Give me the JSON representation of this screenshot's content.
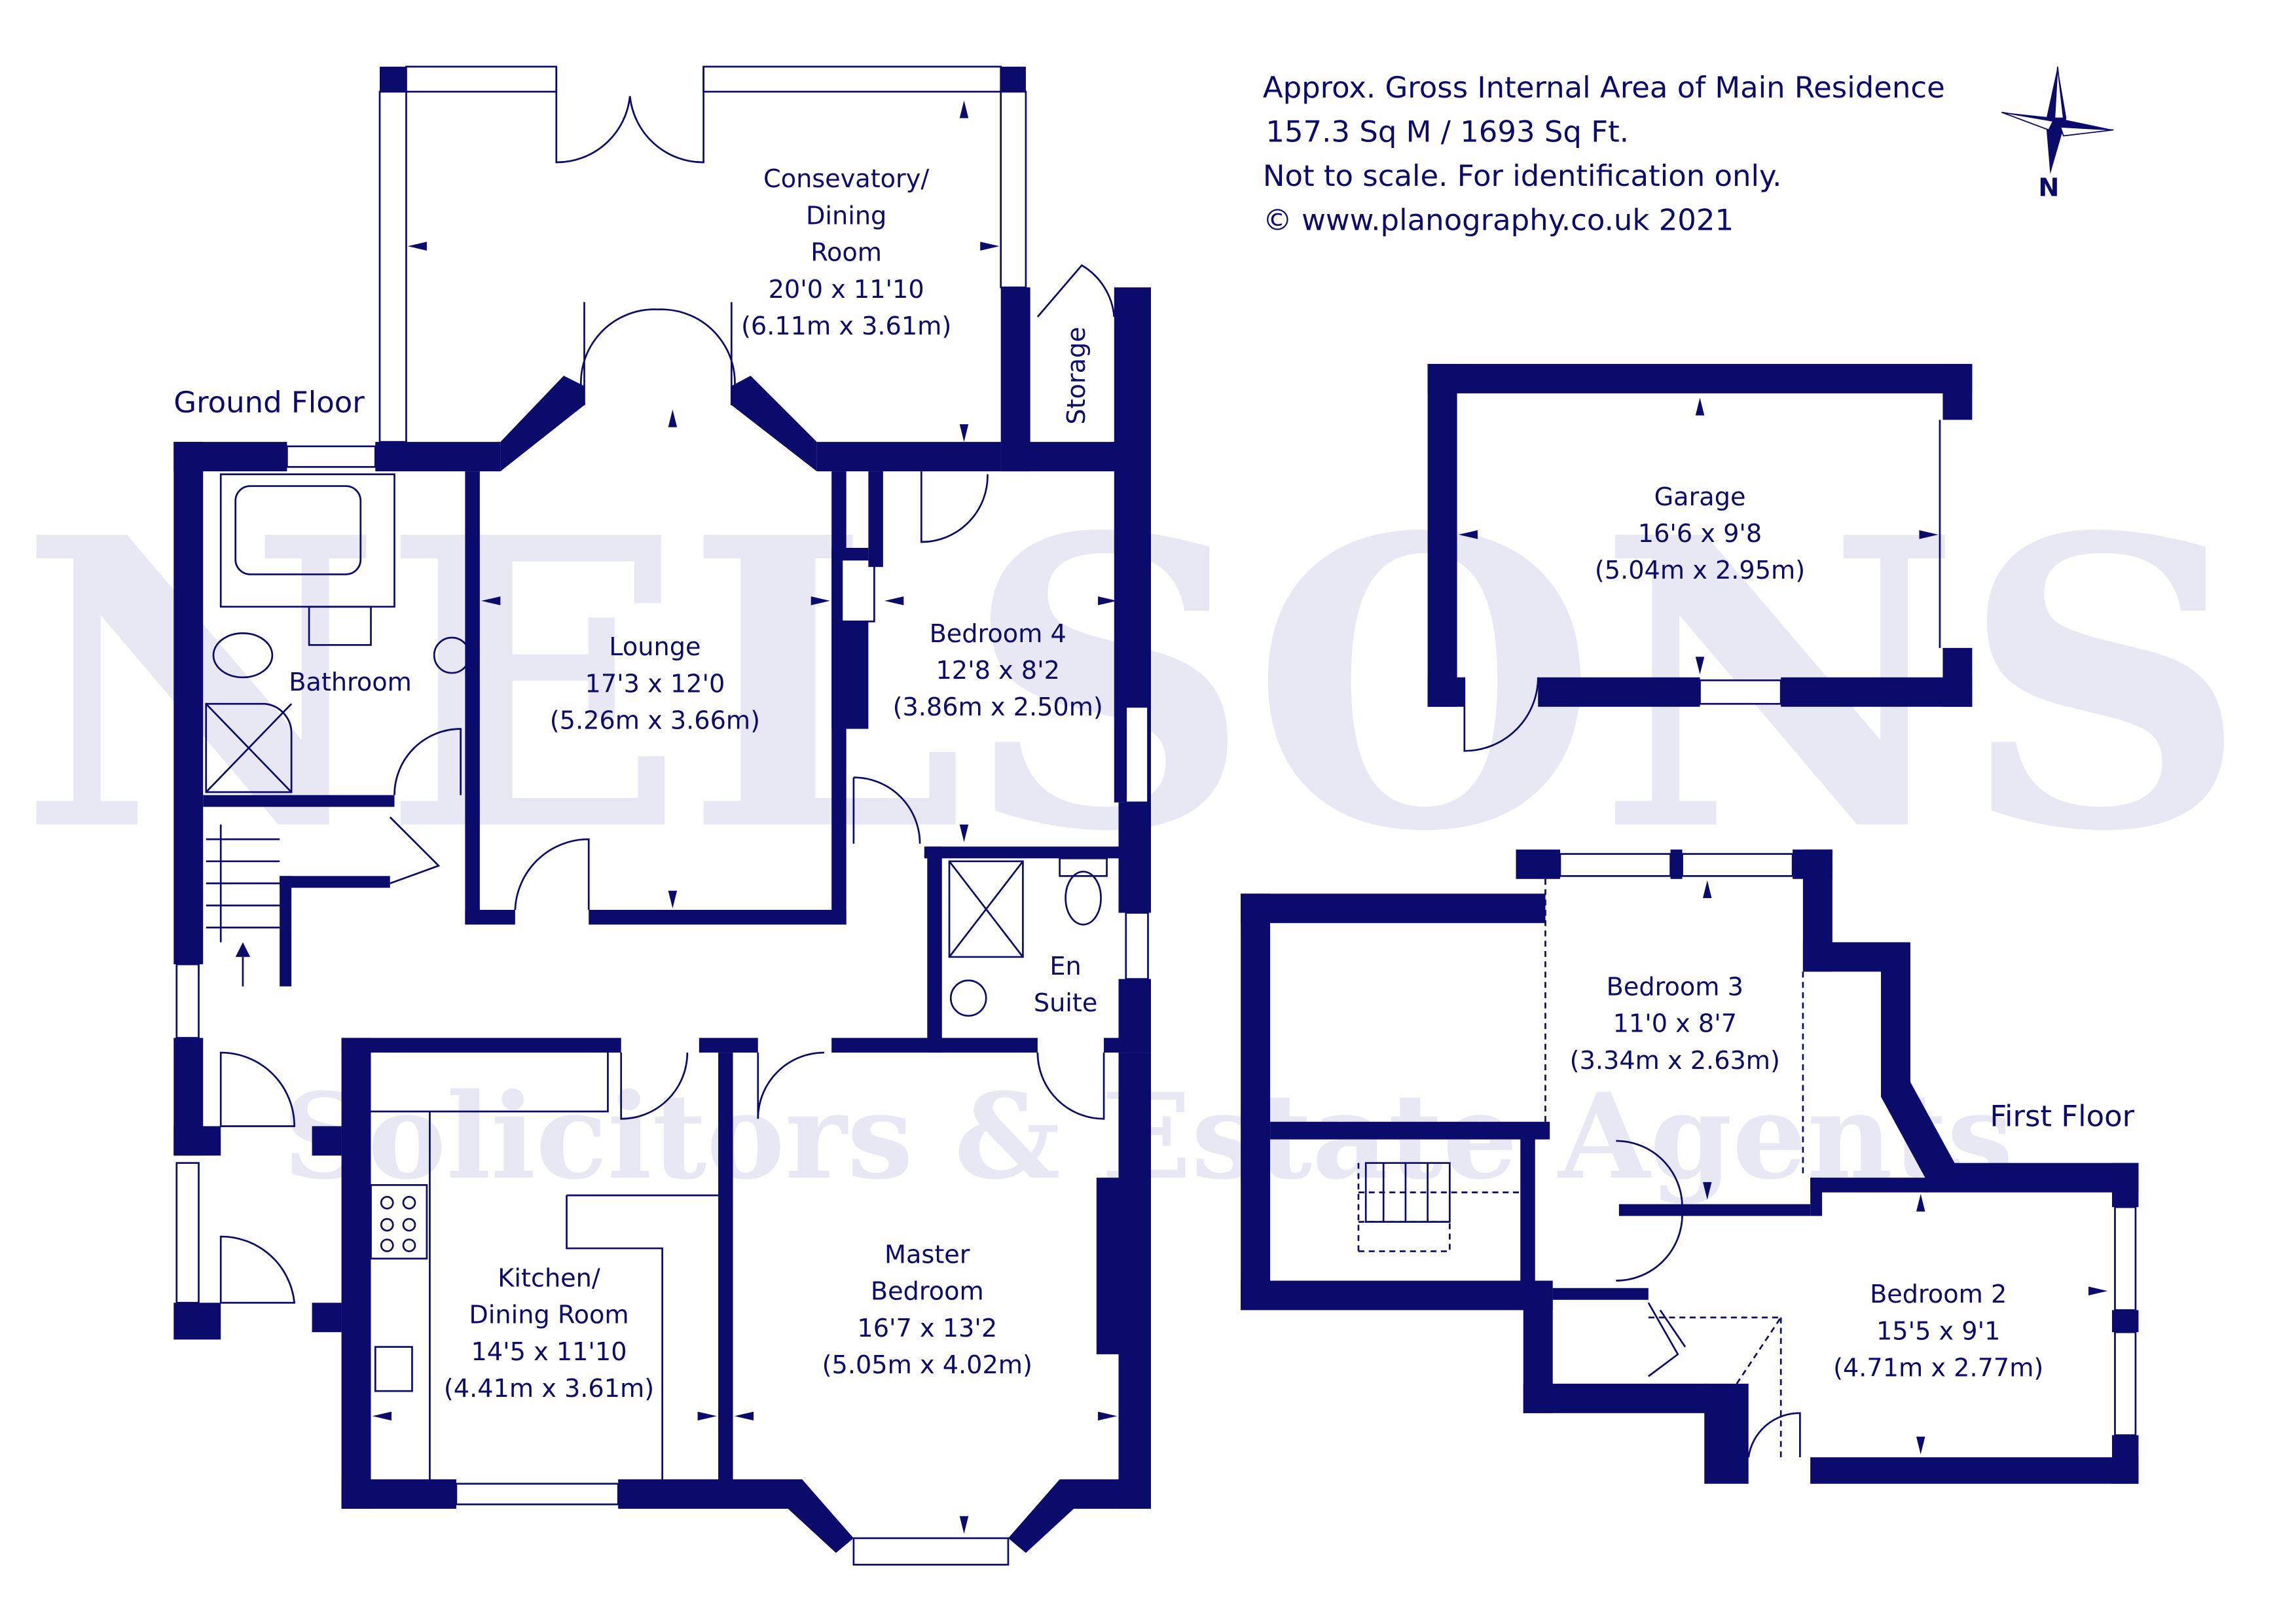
{
  "info": {
    "line1": "Approx. Gross Internal Area of Main Residence",
    "line2": "157.3 Sq M / 1693 Sq Ft.",
    "line3": "Not to scale. For identification only.",
    "line4": "© www.planography.co.uk 2021"
  },
  "compass": {
    "label": "N"
  },
  "watermark": {
    "brand": "NELSONS",
    "tagline": "Solicitors & Estate Agents"
  },
  "floors": {
    "ground": "Ground Floor",
    "first": "First Floor"
  },
  "rooms": {
    "conservatory": {
      "l1": "Consevatory/",
      "l2": "Dining",
      "l3": "Room",
      "imp": "20'0 x 11'10",
      "met": "(6.11m x 3.61m)"
    },
    "storage": {
      "name": "Storage"
    },
    "bathroom": {
      "name": "Bathroom"
    },
    "lounge": {
      "name": "Lounge",
      "imp": "17'3 x 12'0",
      "met": "(5.26m x 3.66m)"
    },
    "bedroom4": {
      "name": "Bedroom 4",
      "imp": "12'8 x 8'2",
      "met": "(3.86m x 2.50m)"
    },
    "ensuite": {
      "l1": "En",
      "l2": "Suite"
    },
    "kitchen": {
      "l1": "Kitchen/",
      "l2": "Dining Room",
      "imp": "14'5 x 11'10",
      "met": "(4.41m x 3.61m)"
    },
    "master": {
      "l1": "Master",
      "l2": "Bedroom",
      "imp": "16'7 x 13'2",
      "met": "(5.05m x 4.02m)"
    },
    "garage": {
      "name": "Garage",
      "imp": "16'6 x 9'8",
      "met": "(5.04m x 2.95m)"
    },
    "bedroom3": {
      "name": "Bedroom 3",
      "imp": "11'0 x 8'7",
      "met": "(3.34m x 2.63m)"
    },
    "bedroom2": {
      "name": "Bedroom 2",
      "imp": "15'5 x 9'1",
      "met": "(4.71m x 2.77m)"
    }
  },
  "colors": {
    "ink": "#0b0b6b",
    "watermark": "#e8e8f4"
  }
}
